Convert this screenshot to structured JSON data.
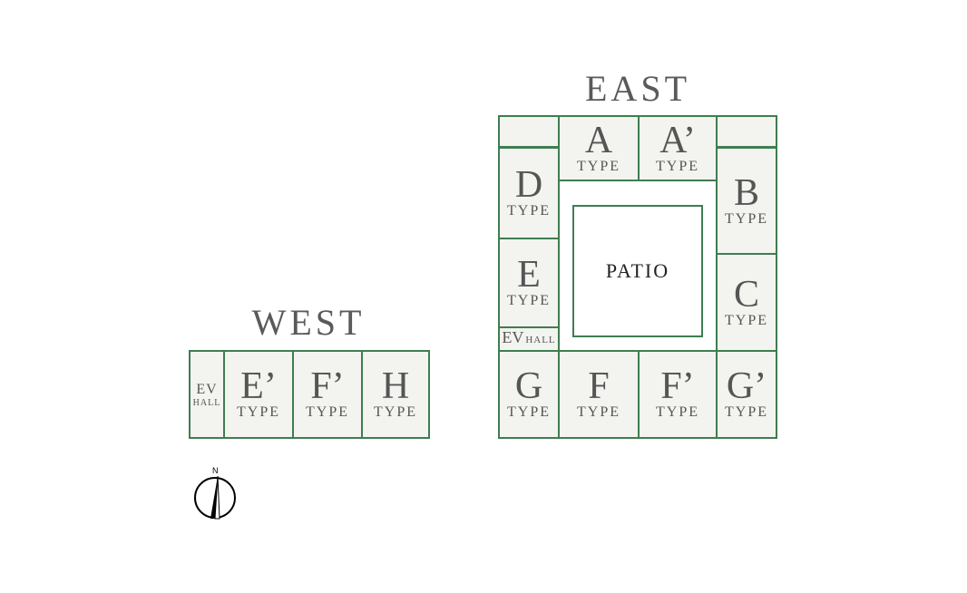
{
  "east": {
    "title": "EAST",
    "units": [
      {
        "id": "a",
        "letter": "A",
        "type": "TYPE"
      },
      {
        "id": "a-prime",
        "letter": "A’",
        "type": "TYPE"
      },
      {
        "id": "b",
        "letter": "B",
        "type": "TYPE"
      },
      {
        "id": "c",
        "letter": "C",
        "type": "TYPE"
      },
      {
        "id": "d",
        "letter": "D",
        "type": "TYPE"
      },
      {
        "id": "e",
        "letter": "E",
        "type": "TYPE"
      },
      {
        "id": "g",
        "letter": "G",
        "type": "TYPE"
      },
      {
        "id": "f",
        "letter": "F",
        "type": "TYPE"
      },
      {
        "id": "f-prime",
        "letter": "F’",
        "type": "TYPE"
      },
      {
        "id": "g-prime",
        "letter": "G’",
        "type": "TYPE"
      }
    ],
    "ev": {
      "ev": "EV",
      "hall": "HALL"
    },
    "patio": "PATIO"
  },
  "west": {
    "title": "WEST",
    "ev": {
      "ev": "EV",
      "hall": "HALL"
    },
    "units": [
      {
        "id": "e-prime",
        "letter": "E’",
        "type": "TYPE"
      },
      {
        "id": "f-prime",
        "letter": "F’",
        "type": "TYPE"
      },
      {
        "id": "h",
        "letter": "H",
        "type": "TYPE"
      }
    ]
  },
  "compass": {
    "label": "N"
  },
  "colors": {
    "border": "#3f7d51",
    "fill": "#f3f3ef",
    "text": "#555555"
  }
}
